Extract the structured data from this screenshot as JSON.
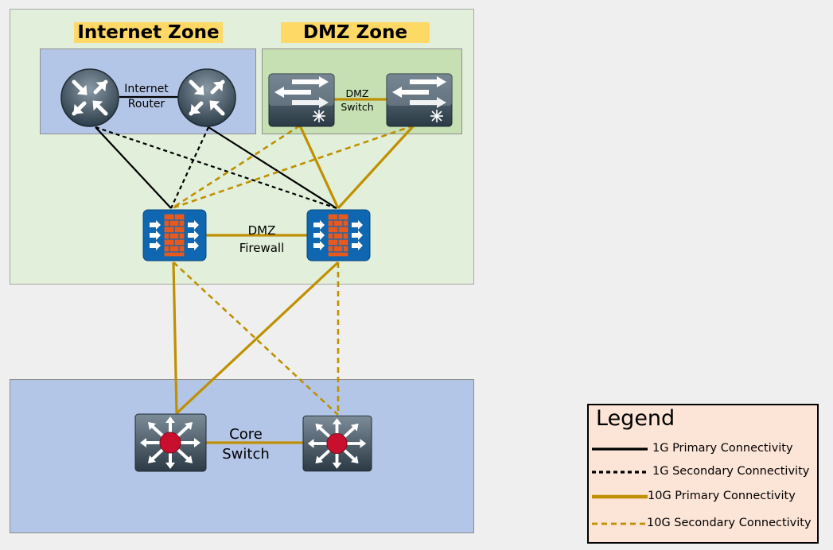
{
  "zones": {
    "internet_title": "Internet Zone",
    "dmz_title": "DMZ Zone"
  },
  "labels": {
    "internet_router": "Internet\nRouter",
    "dmz_switch": "DMZ\nSwitch",
    "dmz_firewall": "DMZ\nFirewall",
    "core_switch": "Core\nSwitch"
  },
  "legend": {
    "title": "Legend",
    "items": [
      {
        "label": "1G Primary Connectivity",
        "color": "#000000",
        "style": "solid"
      },
      {
        "label": "1G Secondary Connectivity",
        "color": "#000000",
        "style": "dashed"
      },
      {
        "label": "10G Primary Connectivity",
        "color": "#bf9000",
        "style": "solid"
      },
      {
        "label": "10G Secondary Connectivity",
        "color": "#bf9000",
        "style": "dashed"
      }
    ]
  },
  "colors": {
    "gold_link": "#bf9000",
    "black_link": "#000000",
    "firewall_blue": "#0f67b1",
    "firewall_brick": "#e8591d",
    "core_red": "#c8102e"
  },
  "icons": {
    "router": "router-icon",
    "switch": "switch-icon",
    "firewall": "firewall-icon",
    "core": "multilayer-switch-icon"
  }
}
